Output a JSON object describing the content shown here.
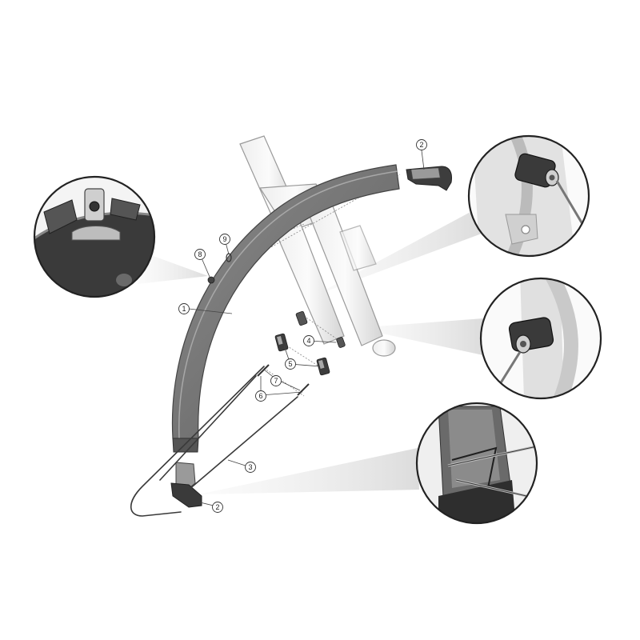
{
  "callouts": {
    "fender": "1",
    "tip_top": "2",
    "tip_bottom": "2",
    "stays": "3",
    "eyelet_nut": "4",
    "stay_clip": "5",
    "bolt": "6",
    "washer": "7",
    "mount_bolt": "8",
    "mount_washer": "9"
  },
  "palette": {
    "fender": "#777777",
    "fender_dark": "#4d4d4d",
    "frame": "#d9d9d9",
    "frame_edge": "#9a9a9a",
    "detail_ring": "#222222",
    "light_beam": "#e6e6e6"
  }
}
